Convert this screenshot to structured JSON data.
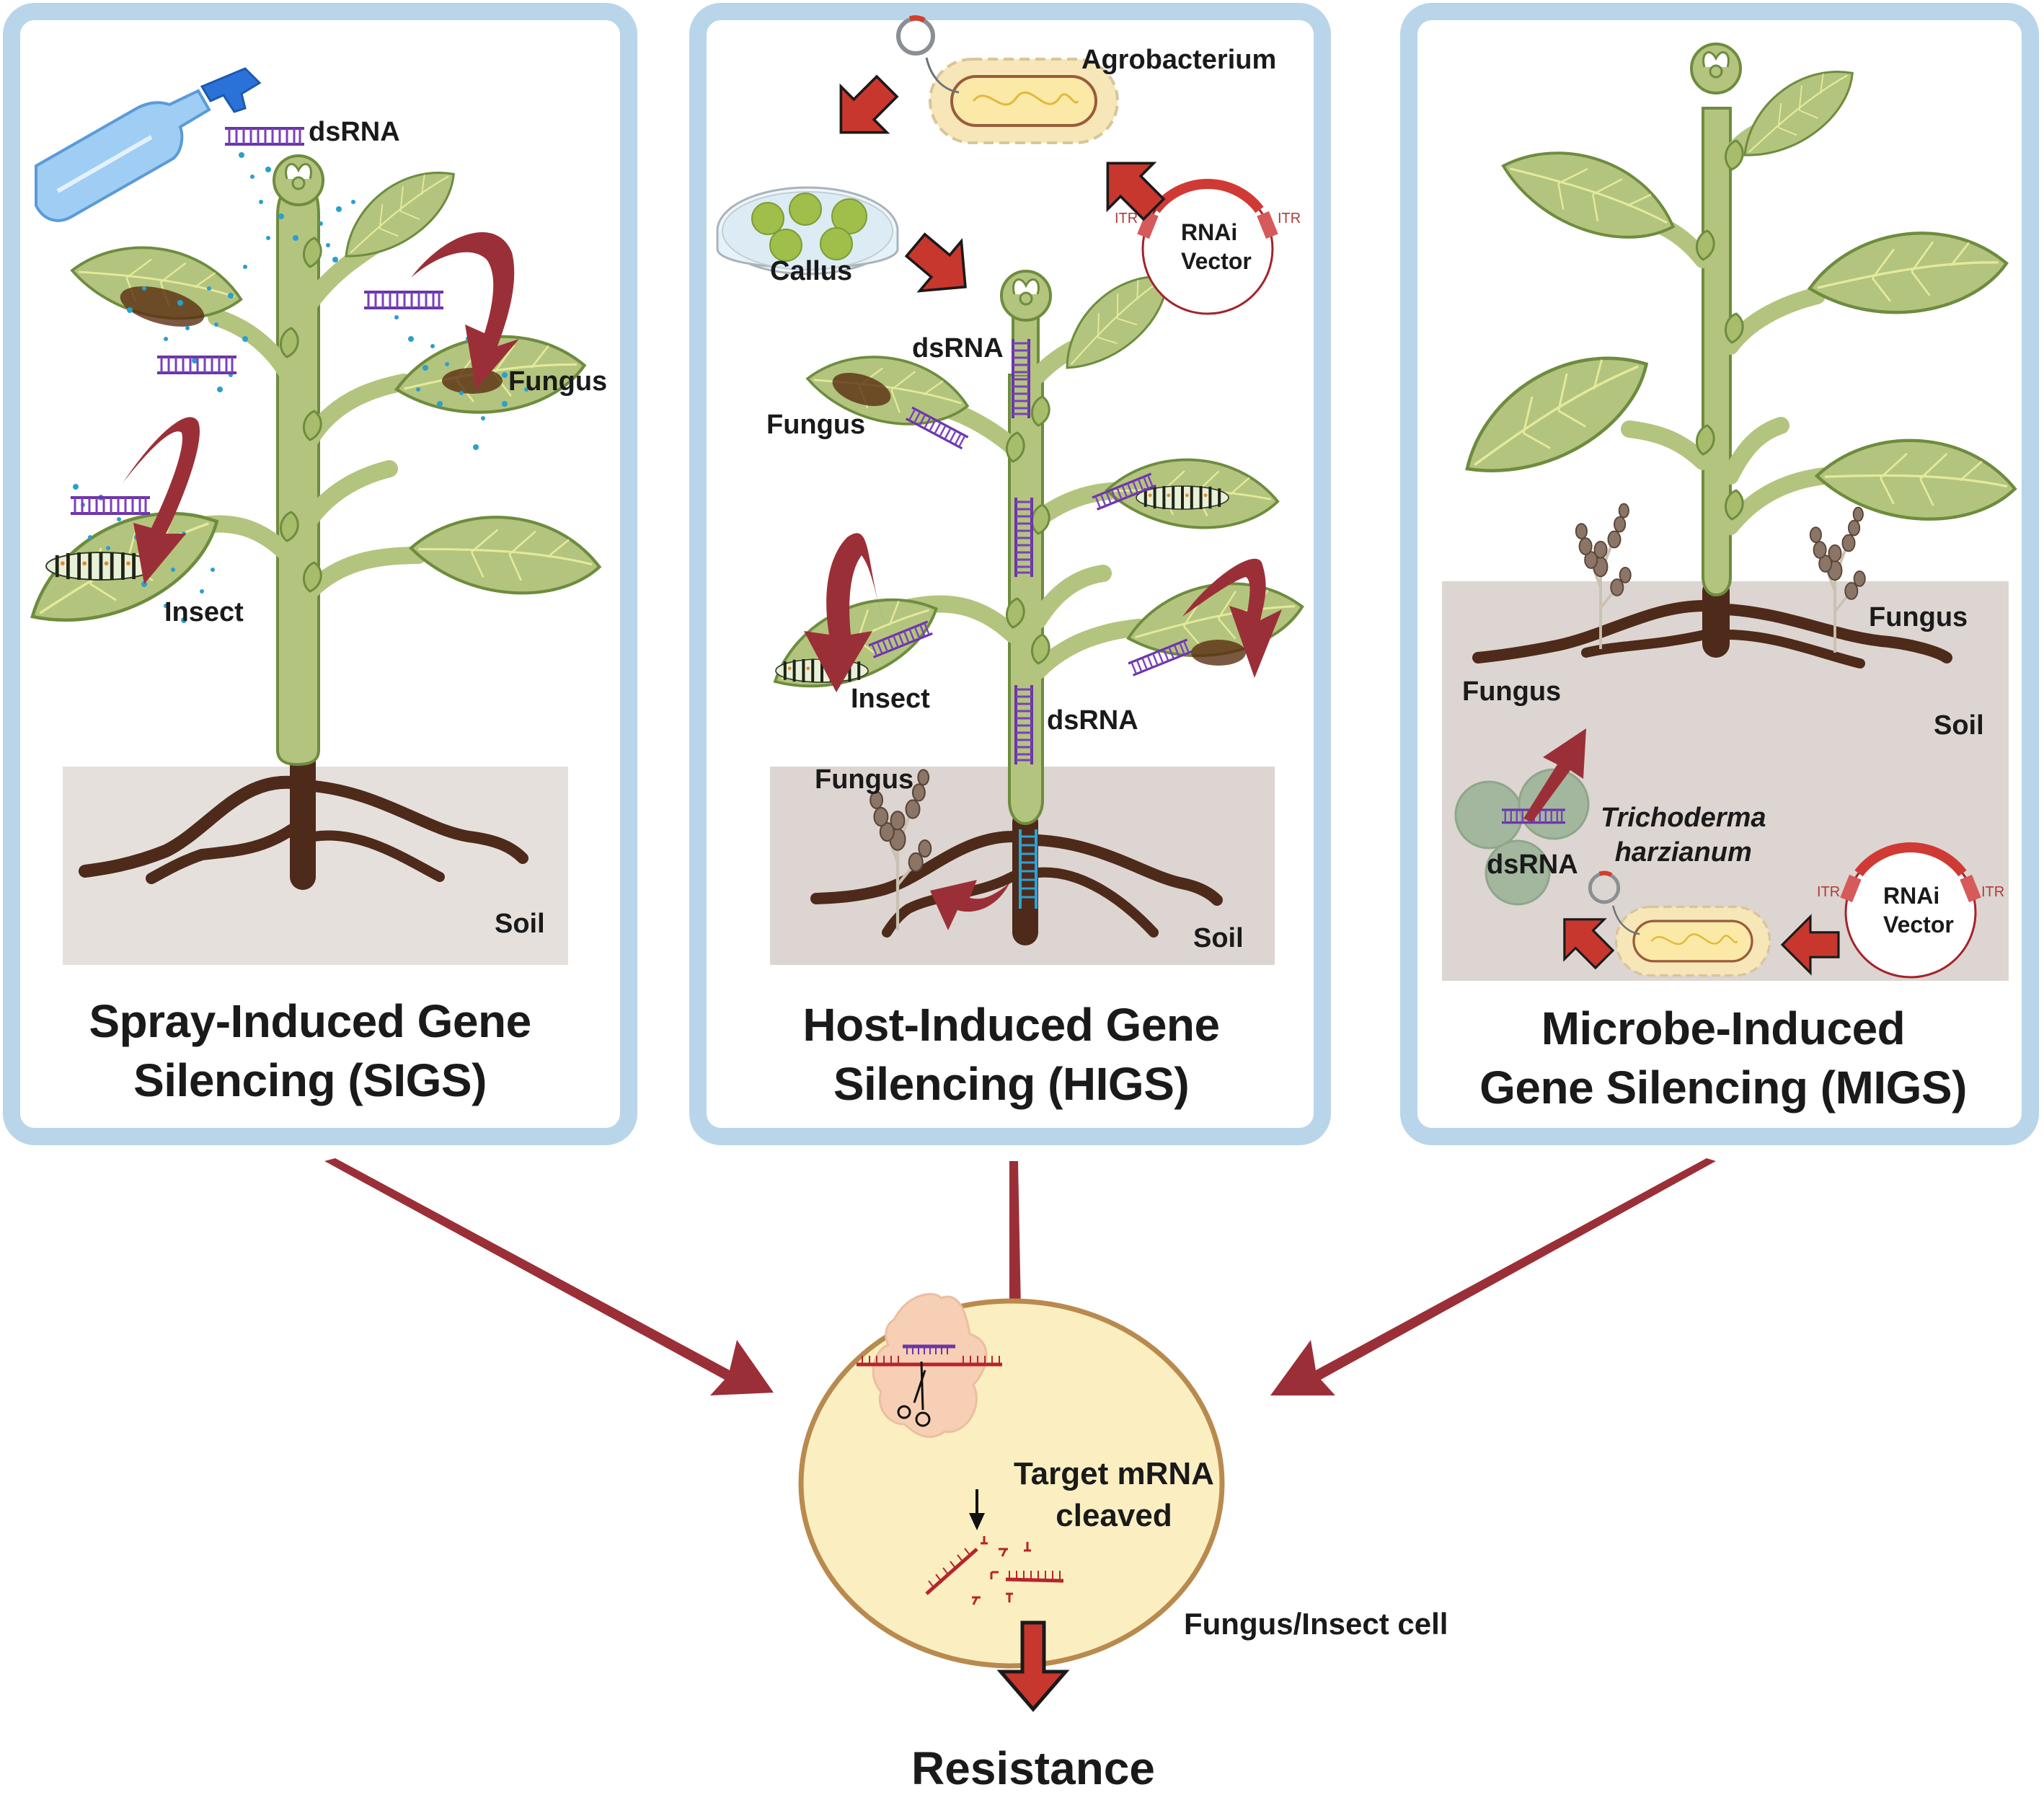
{
  "panels": [
    {
      "id": "sigs",
      "title_line1": "Spray-Induced Gene",
      "title_line2": "Silencing (SIGS)",
      "labels": {
        "dsrna": "dsRNA",
        "fungus": "Fungus",
        "insect": "Insect",
        "soil": "Soil"
      }
    },
    {
      "id": "higs",
      "title_line1": "Host-Induced Gene",
      "title_line2": "Silencing (HIGS)",
      "labels": {
        "agrobacterium": "Agrobacterium",
        "callus": "Callus",
        "rnai_vector_line1": "RNAi",
        "rnai_vector_line2": "Vector",
        "itr": "ITR",
        "dsrna_top": "dsRNA",
        "fungus_leaf": "Fungus",
        "insect": "Insect",
        "dsrna_bottom": "dsRNA",
        "fungus_soil": "Fungus",
        "soil": "Soil"
      }
    },
    {
      "id": "migs",
      "title_line1": "Microbe-Induced",
      "title_line2": "Gene Silencing (MIGS)",
      "labels": {
        "fungus_right": "Fungus",
        "fungus_left": "Fungus",
        "soil": "Soil",
        "trichoderma_line1": "Trichoderma",
        "trichoderma_line2": "harzianum",
        "dsrna": "dsRNA",
        "rnai_vector_line1": "RNAi",
        "rnai_vector_line2": "Vector",
        "itr": "ITR"
      }
    }
  ],
  "cell": {
    "process_line1": "Target mRNA",
    "process_line2": "cleaved",
    "cell_label": "Fungus/Insect cell"
  },
  "outcome": "Resistance",
  "colors": {
    "panel_border": "#b9d5ea",
    "arrow_red": "#9b2f38",
    "block_arrow_red": "#c8372d",
    "leaf_green": "#b3c47e",
    "leaf_outline": "#6e8c3e",
    "root_brown": "#4e2a1a",
    "soil": "#e6e0dc",
    "soil_dark": "#ddd5d1",
    "dsrna_purple": "#6b35a8",
    "droplet_blue": "#2a9fd1",
    "cell_fill": "#fbefc2",
    "cell_outline": "#b98a4e"
  }
}
